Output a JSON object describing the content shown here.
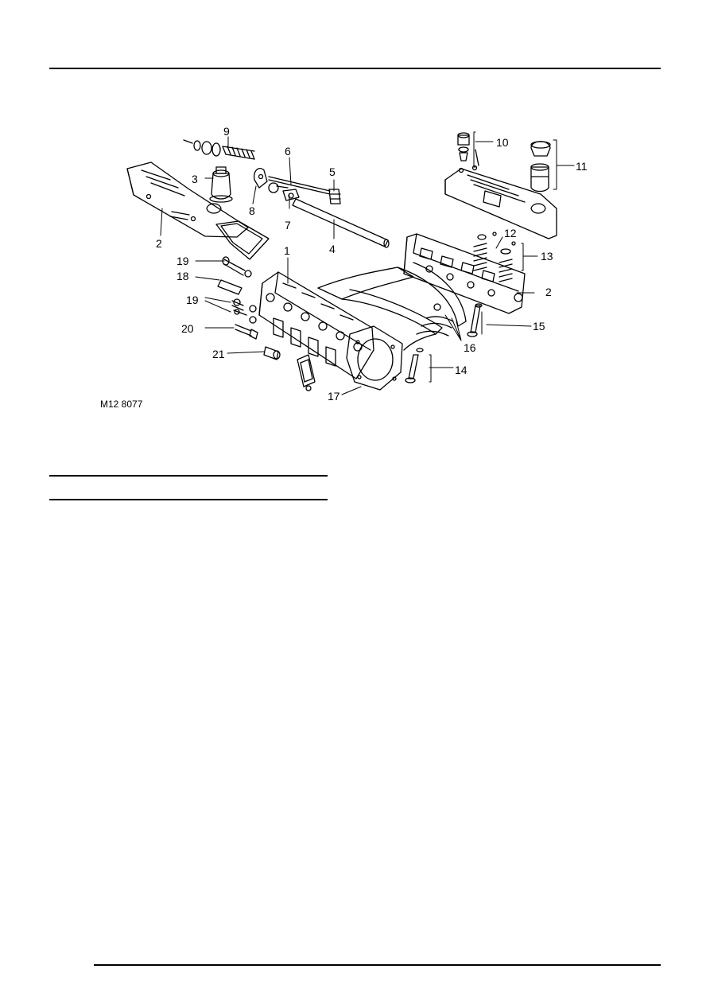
{
  "figure": {
    "reference": "M12 8077",
    "callouts": [
      "1",
      "2",
      "2",
      "3",
      "4",
      "5",
      "6",
      "7",
      "8",
      "9",
      "10",
      "11",
      "12",
      "13",
      "14",
      "15",
      "16",
      "17",
      "18",
      "19",
      "19",
      "20",
      "21"
    ]
  }
}
